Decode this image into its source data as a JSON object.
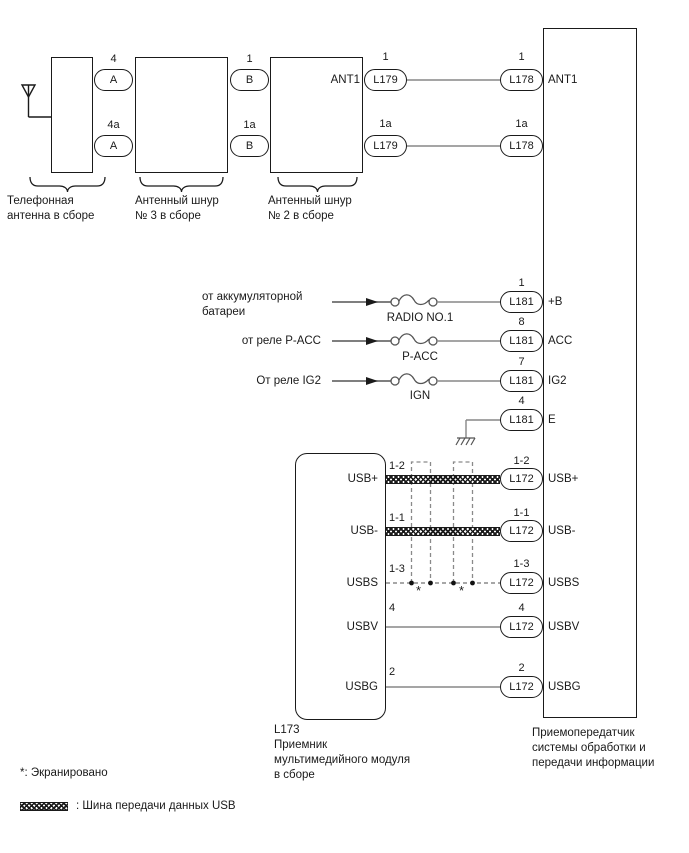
{
  "antenna_section": {
    "caption_box1": [
      "Телефонная",
      "антенна в сборе"
    ],
    "caption_box2": [
      "Антенный шнур",
      "№ 3 в сборе"
    ],
    "caption_box3": [
      "Антенный шнур",
      "№ 2 в сборе"
    ],
    "ant1_inner_label": "ANT1",
    "rows": [
      {
        "pinA": "4",
        "ovalA": "A",
        "pinB": "1",
        "ovalB": "B",
        "pinL179": "1",
        "ovalL179": "L179",
        "pinL178": "1",
        "ovalL178": "L178"
      },
      {
        "pinA": "4a",
        "ovalA": "A",
        "pinB": "1a",
        "ovalB": "B",
        "pinL179": "1a",
        "ovalL179": "L179",
        "pinL178": "1a",
        "ovalL178": "L178"
      }
    ],
    "receiver_terminal": "ANT1"
  },
  "power_section": {
    "rows": [
      {
        "source_line1": "от аккумуляторной",
        "source_line2": "батареи",
        "fuse": "RADIO NO.1",
        "connector": "L181",
        "pin": "1",
        "terminal": "+B"
      },
      {
        "source_line1": "от реле P-ACC",
        "source_line2": "",
        "fuse": "P-ACC",
        "connector": "L181",
        "pin": "8",
        "terminal": "ACC"
      },
      {
        "source_line1": "От реле IG2",
        "source_line2": "",
        "fuse": "IGN",
        "connector": "L181",
        "pin": "7",
        "terminal": "IG2"
      }
    ],
    "ground_row": {
      "connector": "L181",
      "pin": "4",
      "terminal": "E"
    }
  },
  "usb_section": {
    "box_id": "L173",
    "box_caption": [
      "Приемник",
      "мультимедийного модуля",
      "в сборе"
    ],
    "rows": [
      {
        "left_pin": "1-2",
        "left_label": "USB+",
        "connector": "L172",
        "pin": "1-2",
        "terminal": "USB+"
      },
      {
        "left_pin": "1-1",
        "left_label": "USB-",
        "connector": "L172",
        "pin": "1-1",
        "terminal": "USB-"
      },
      {
        "left_pin": "1-3",
        "left_label": "USBS",
        "connector": "L172",
        "pin": "1-3",
        "terminal": "USBS"
      },
      {
        "left_pin": "4",
        "left_label": "USBV",
        "connector": "L172",
        "pin": "4",
        "terminal": "USBV"
      },
      {
        "left_pin": "2",
        "left_label": "USBG",
        "connector": "L172",
        "pin": "2",
        "terminal": "USBG"
      }
    ],
    "shield_mark_1": "*",
    "shield_mark_2": "*"
  },
  "receiver_caption": [
    "Приемопередатчик",
    "системы обработки и",
    "передачи информации"
  ],
  "legend": {
    "shield_note": "*: Экранировано",
    "bus_note": ": Шина передачи данных USB"
  },
  "colors": {
    "line": "#1a1a1a",
    "wire": "#878787",
    "fuse": "#555555",
    "dashed": "#8a8a8a"
  }
}
